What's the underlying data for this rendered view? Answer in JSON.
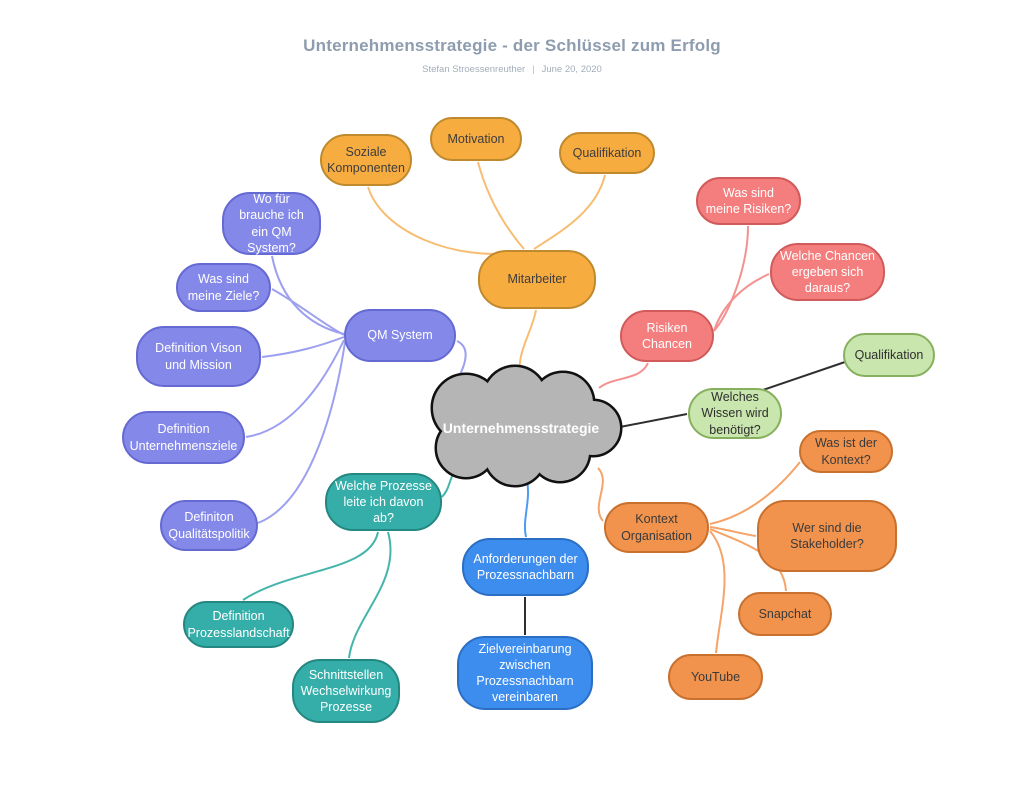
{
  "header": {
    "title": "Unternehmensstrategie - der Schlüssel zum Erfolg",
    "author": "Stefan Stroessenreuther",
    "separator": "|",
    "date": "June 20, 2020"
  },
  "center": {
    "label": "Unternehmensstrategie"
  },
  "palette": {
    "cloud_fill": "#b5b5b5",
    "cloud_outline": "#111111",
    "mitarbeiter": "#f7ac40",
    "qm_system": "#8488e8",
    "risiken_chancen": "#f47e7e",
    "wissen": "#c9e6ae",
    "kontext": "#f2934d",
    "prozesse": "#35aea9",
    "anforderungen": "#3d8def",
    "black_link": "#2f2f2f"
  },
  "branches": {
    "mitarbeiter": {
      "label": "Mitarbeiter",
      "children": {
        "soziale": {
          "label": "Soziale Komponenten"
        },
        "motivation": {
          "label": "Motivation"
        },
        "qualifikation": {
          "label": "Qualifikation"
        }
      }
    },
    "qm_system": {
      "label": "QM System",
      "children": {
        "wofuer": {
          "label": "Wo für brauche ich ein QM System?"
        },
        "ziele": {
          "label": "Was sind meine Ziele?"
        },
        "vison": {
          "label": "Definition Vison und Mission"
        },
        "unternehmensziele": {
          "label": "Definition Unternehmensziele"
        },
        "qualitaetspolitik": {
          "label": "Definiton Qualitätspolitik"
        }
      }
    },
    "risiken_chancen": {
      "label": "Risiken Chancen",
      "children": {
        "risiken": {
          "label": "Was sind meine Risiken?"
        },
        "chancen": {
          "label": "Welche Chancen ergeben sich daraus?"
        }
      }
    },
    "wissen": {
      "label": "Welches Wissen wird benötigt?",
      "children": {
        "qualifikation": {
          "label": "Qualifikation"
        }
      }
    },
    "kontext": {
      "label": "Kontext Organisation",
      "children": {
        "was_kontext": {
          "label": "Was ist der Kontext?"
        },
        "stakeholder": {
          "label": "Wer sind die Stakeholder?"
        },
        "snapchat": {
          "label": "Snapchat"
        },
        "youtube": {
          "label": "YouTube"
        }
      }
    },
    "prozesse": {
      "label": "Welche Prozesse leite ich davon ab?",
      "children": {
        "prozesslandschaft": {
          "label": "Definition Prozesslandschaft"
        },
        "schnittstellen": {
          "label": "Schnittstellen Wechselwirkung Prozesse"
        }
      }
    },
    "anforderungen": {
      "label": "Anforderungen der Prozessnachbarn",
      "children": {
        "zielvereinbarung": {
          "label": "Zielvereinbarung zwischen Prozessnachbarn vereinbaren"
        }
      }
    }
  }
}
